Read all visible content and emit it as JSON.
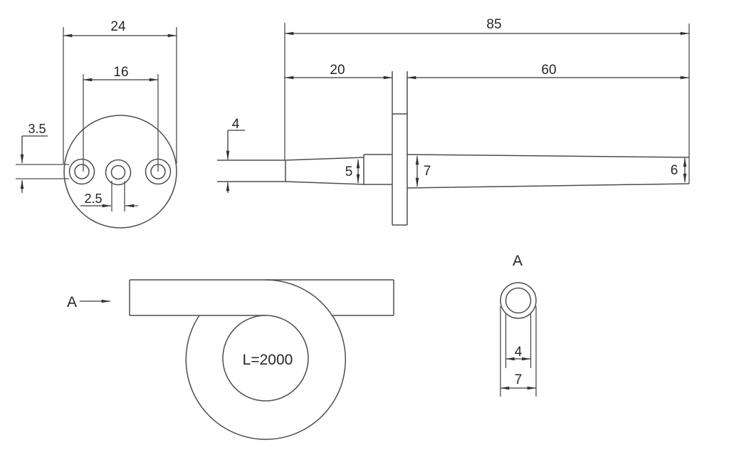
{
  "drawing": {
    "front_view": {
      "overall_diameter": "24",
      "hole_spacing": "16",
      "side_hole_bore": "3.5",
      "center_hole_bore": "2.5"
    },
    "side_view": {
      "overall_length": "85",
      "front_section_length": "20",
      "probe_length": "60",
      "tip_diameter": "4",
      "step_diameter": "5",
      "shaft_diameter": "7",
      "end_diameter": "6"
    },
    "coil_view": {
      "length_label": "L=2000",
      "section_arrow_label": "A"
    },
    "section_a_view": {
      "view_label": "A",
      "inner_diameter": "4",
      "outer_diameter": "7"
    },
    "style": {
      "line_color": "#4d4d4d",
      "text_color": "#262626",
      "background": "#ffffff"
    }
  }
}
